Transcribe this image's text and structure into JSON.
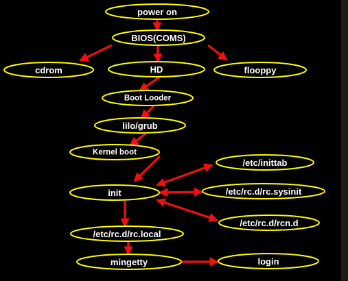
{
  "diagram": {
    "type": "flowchart",
    "colors": {
      "background": "#000000",
      "node_border": "#ffff00",
      "node_text": "#ffffff",
      "arrow": "#ee1111"
    },
    "nodes": [
      {
        "id": "power_on",
        "label": "power on"
      },
      {
        "id": "bios",
        "label": "BIOS(COMS)"
      },
      {
        "id": "cdrom",
        "label": "cdrom"
      },
      {
        "id": "hd",
        "label": "HD"
      },
      {
        "id": "floppy",
        "label": "flooppy"
      },
      {
        "id": "boot_loader",
        "label": "Boot Looder"
      },
      {
        "id": "lilo_grub",
        "label": "lilo/grub"
      },
      {
        "id": "kernel_boot",
        "label": "Kernel boot"
      },
      {
        "id": "init",
        "label": "init"
      },
      {
        "id": "inittab",
        "label": "/etc/inittab"
      },
      {
        "id": "rc_sysinit",
        "label": "/etc/rc.d/rc.sysinit"
      },
      {
        "id": "rcn_d",
        "label": "/etc/rc.d/rcn.d"
      },
      {
        "id": "rc_local",
        "label": "/etc/rc.d/rc.local"
      },
      {
        "id": "mingetty",
        "label": "mingetty"
      },
      {
        "id": "login",
        "label": "login"
      }
    ],
    "edges": [
      {
        "from": "power_on",
        "to": "bios"
      },
      {
        "from": "bios",
        "to": "cdrom"
      },
      {
        "from": "bios",
        "to": "hd"
      },
      {
        "from": "bios",
        "to": "floppy"
      },
      {
        "from": "hd",
        "to": "boot_loader"
      },
      {
        "from": "boot_loader",
        "to": "lilo_grub"
      },
      {
        "from": "lilo_grub",
        "to": "kernel_boot"
      },
      {
        "from": "kernel_boot",
        "to": "init"
      },
      {
        "from": "init",
        "to": "inittab",
        "bidirectional": true
      },
      {
        "from": "init",
        "to": "rc_sysinit",
        "bidirectional": true
      },
      {
        "from": "init",
        "to": "rcn_d",
        "bidirectional": true
      },
      {
        "from": "init",
        "to": "rc_local"
      },
      {
        "from": "rc_local",
        "to": "mingetty"
      },
      {
        "from": "mingetty",
        "to": "login"
      }
    ]
  }
}
